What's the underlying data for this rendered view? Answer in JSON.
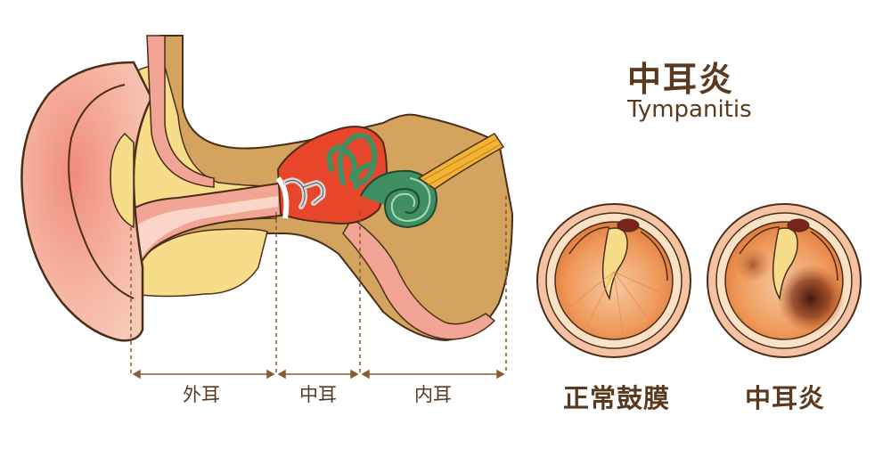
{
  "title": {
    "zh": "中耳炎",
    "en": "Tympanitis"
  },
  "regions": [
    {
      "id": "outer",
      "label": "外耳"
    },
    {
      "id": "middle",
      "label": "中耳"
    },
    {
      "id": "inner",
      "label": "内耳"
    }
  ],
  "eardrums": [
    {
      "id": "normal",
      "caption": "正常鼓膜"
    },
    {
      "id": "inflamed",
      "caption": "中耳炎"
    }
  ],
  "colors": {
    "text": "#5a3a1e",
    "skin": "#f4b8a6",
    "bone": "#d4a35e",
    "fat": "#f7dc8a",
    "inflammation": "#e8462a",
    "cochlea": "#3f8f62",
    "nerve": "#f2b233"
  }
}
